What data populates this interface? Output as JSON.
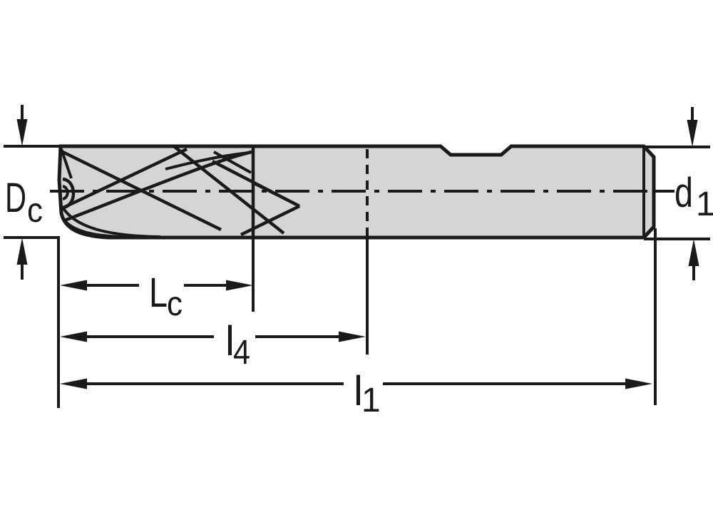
{
  "diagram": {
    "type": "technical-dimension-drawing",
    "subject": "end-mill-cutter-side-view",
    "colors": {
      "outline": "#1a1a1a",
      "tool_fill": "#d5d5d5",
      "background": "#ffffff"
    },
    "labels": {
      "cutting_diameter": {
        "main": "D",
        "sub": "c"
      },
      "shank_diameter": {
        "main": "d",
        "sub": "1"
      },
      "cutting_length": {
        "main": "L",
        "sub": "c"
      },
      "length_l4": {
        "main": "l",
        "sub": "4"
      },
      "overall_length": {
        "main": "l",
        "sub": "1"
      }
    }
  }
}
